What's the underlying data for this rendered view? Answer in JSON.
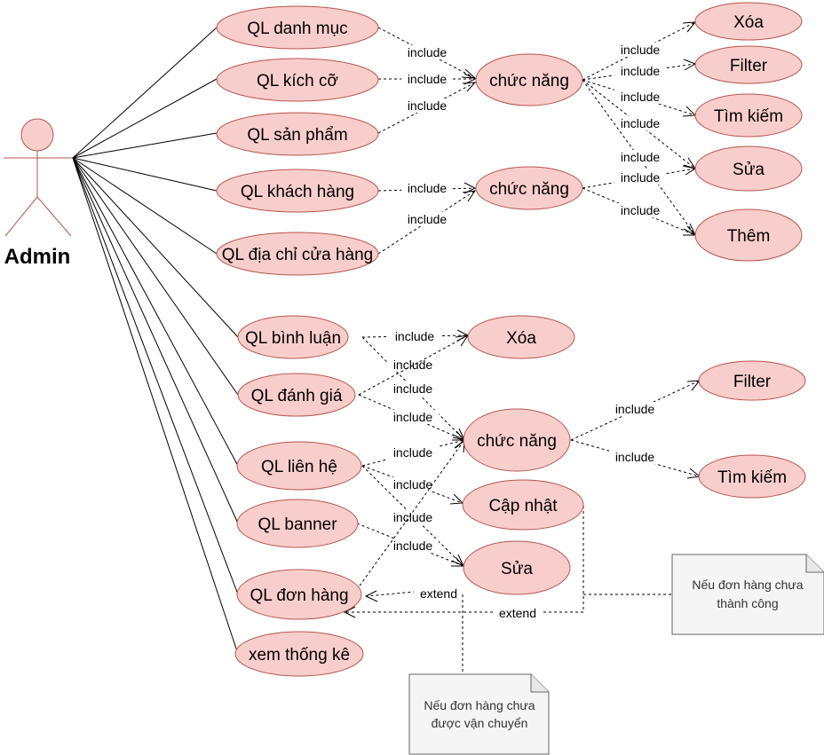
{
  "actor": {
    "label": "Admin"
  },
  "labels": {
    "include": "include",
    "extend": "extend"
  },
  "use_cases": {
    "ql_danh_muc": "QL danh mục",
    "ql_kich_co": "QL kích cỡ",
    "ql_san_pham": "QL sản phẩm",
    "ql_khach_hang": "QL khách hàng",
    "ql_dia_chi": "QL địa chỉ cửa hàng",
    "ql_binh_luan": "QL bình luận",
    "ql_danh_gia": "QL đánh giá",
    "ql_lien_he": "QL liên hệ",
    "ql_banner": "QL banner",
    "ql_don_hang": "QL đơn hàng",
    "xem_thong_ke": "xem thống kê",
    "chuc_nang_1": "chức năng",
    "chuc_nang_2": "chức năng",
    "chuc_nang_3": "chức năng",
    "xoa_1": "Xóa",
    "filter_1": "Filter",
    "tim_kiem_1": "Tìm kiếm",
    "sua_1": "Sửa",
    "them": "Thêm",
    "xoa_2": "Xóa",
    "filter_2": "Filter",
    "tim_kiem_2": "Tìm kiếm",
    "cap_nhat": "Cập nhật",
    "sua_2": "Sửa"
  },
  "notes": {
    "note_1": [
      "Nếu đơn hàng chưa",
      "thành công"
    ],
    "note_2": [
      "Nếu đơn hàng chưa",
      "được vận chuyển"
    ]
  },
  "relationships": [
    {
      "from": "ql_danh_muc",
      "to": "chuc_nang_1",
      "type": "include"
    },
    {
      "from": "ql_kich_co",
      "to": "chuc_nang_1",
      "type": "include"
    },
    {
      "from": "ql_san_pham",
      "to": "chuc_nang_1",
      "type": "include"
    },
    {
      "from": "ql_khach_hang",
      "to": "chuc_nang_2",
      "type": "include"
    },
    {
      "from": "ql_dia_chi",
      "to": "chuc_nang_2",
      "type": "include"
    },
    {
      "from": "chuc_nang_1",
      "to": "xoa_1",
      "type": "include"
    },
    {
      "from": "chuc_nang_1",
      "to": "filter_1",
      "type": "include"
    },
    {
      "from": "chuc_nang_1",
      "to": "tim_kiem_1",
      "type": "include"
    },
    {
      "from": "chuc_nang_1",
      "to": "sua_1",
      "type": "include"
    },
    {
      "from": "chuc_nang_1",
      "to": "them",
      "type": "include"
    },
    {
      "from": "chuc_nang_2",
      "to": "sua_1",
      "type": "include"
    },
    {
      "from": "chuc_nang_2",
      "to": "them",
      "type": "include"
    },
    {
      "from": "ql_binh_luan",
      "to": "xoa_2",
      "type": "include"
    },
    {
      "from": "ql_binh_luan",
      "to": "chuc_nang_3",
      "type": "include"
    },
    {
      "from": "ql_danh_gia",
      "to": "xoa_2",
      "type": "include"
    },
    {
      "from": "ql_danh_gia",
      "to": "chuc_nang_3",
      "type": "include"
    },
    {
      "from": "ql_lien_he",
      "to": "chuc_nang_3",
      "type": "include"
    },
    {
      "from": "ql_lien_he",
      "to": "cap_nhat",
      "type": "include"
    },
    {
      "from": "ql_lien_he",
      "to": "sua_2",
      "type": "include"
    },
    {
      "from": "ql_banner",
      "to": "sua_2",
      "type": "include"
    },
    {
      "from": "ql_don_hang",
      "to": "chuc_nang_3",
      "type": "include"
    },
    {
      "from": "chuc_nang_3",
      "to": "filter_2",
      "type": "include"
    },
    {
      "from": "chuc_nang_3",
      "to": "tim_kiem_2",
      "type": "include"
    },
    {
      "from": "sua_2",
      "to": "ql_don_hang",
      "type": "extend"
    },
    {
      "from": "cap_nhat",
      "to": "ql_don_hang",
      "type": "extend"
    }
  ]
}
